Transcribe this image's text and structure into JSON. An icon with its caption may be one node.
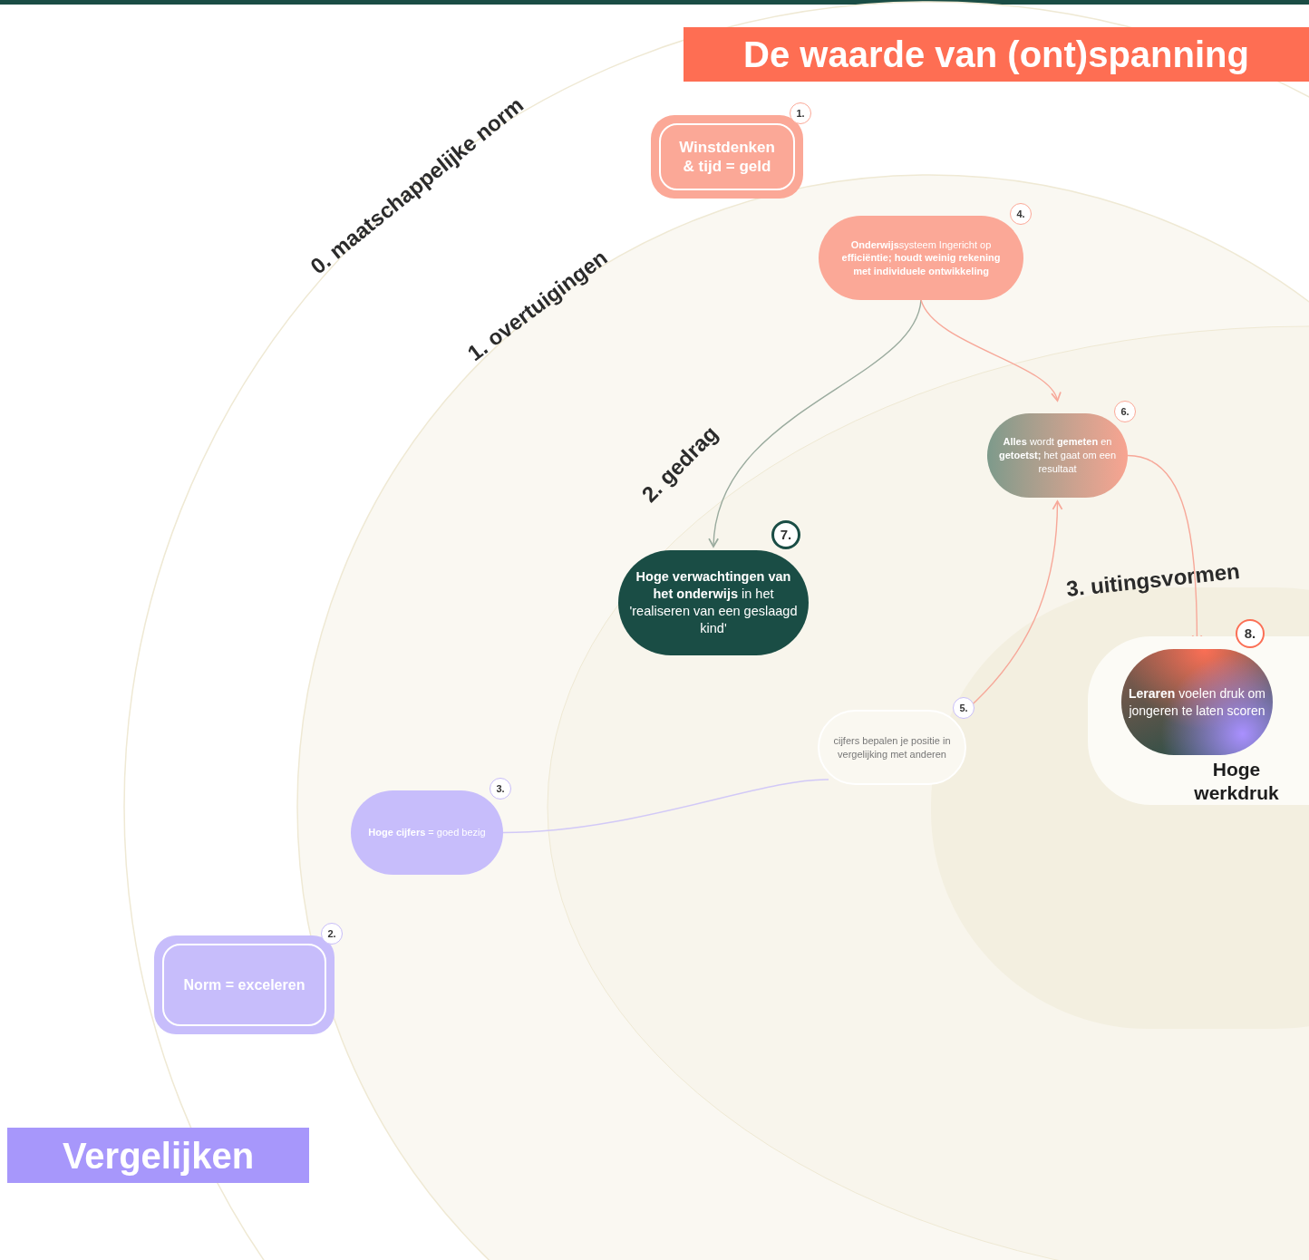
{
  "diagram": {
    "title": "De waarde van (ont)spanning",
    "nodes": [
      {
        "text": [
          "Winstdenken & tijd = geld"
        ],
        "beside": [
          "1."
        ]
      },
      {
        "text": [
          "**Onderwijs**systeem Ingericht op **efficiëntie; houdt weinig rekening met individuele ontwikkeling**"
        ],
        "beside": [
          "4."
        ]
      },
      {
        "text": [
          "**Alles** wordt **gemeten** en **getoetst;** het gaat om een resultaat"
        ],
        "beside": [
          "6."
        ]
      },
      {
        "text": [
          "**Hoge verwachtingen van het onderwijs** in het 'realiseren van een geslaagd kind'"
        ],
        "beside": [
          "7."
        ]
      },
      {
        "text": [
          "Hoge werkdruk"
        ]
      },
      {
        "text": [
          "**Leraren** voelen druk om jongeren te laten scoren"
        ],
        "in": 4,
        "beside": [
          "8."
        ]
      },
      {
        "text": [
          "cijfers bepalen je positie in vergelijking met anderen"
        ],
        "beside": [
          "5."
        ]
      },
      {
        "text": [
          "**Hoge cijfers** = goed bezig"
        ],
        "beside": [
          "3."
        ]
      },
      {
        "text": [
          "Norm = exceleren"
        ],
        "beside": [
          "2."
        ]
      }
    ],
    "edges": [
      {
        "from": 1,
        "to": 3,
        "arrow": "to",
        "color": "#9aab9e"
      },
      {
        "from": 1,
        "to": 2,
        "arrow": "to"
      },
      {
        "from": 6,
        "to": 2,
        "arrow": "to"
      },
      {
        "from": 2,
        "to": 5,
        "arrow": "to"
      },
      {
        "from": 7,
        "to": 6,
        "arrow": "none",
        "color": "#d2c9f7"
      }
    ],
    "labels": [
      "0. maatschappelijke norm",
      "1. overtuigingen",
      "2. gedrag",
      "3. uitingsvormen",
      "Vergelijken"
    ]
  }
}
